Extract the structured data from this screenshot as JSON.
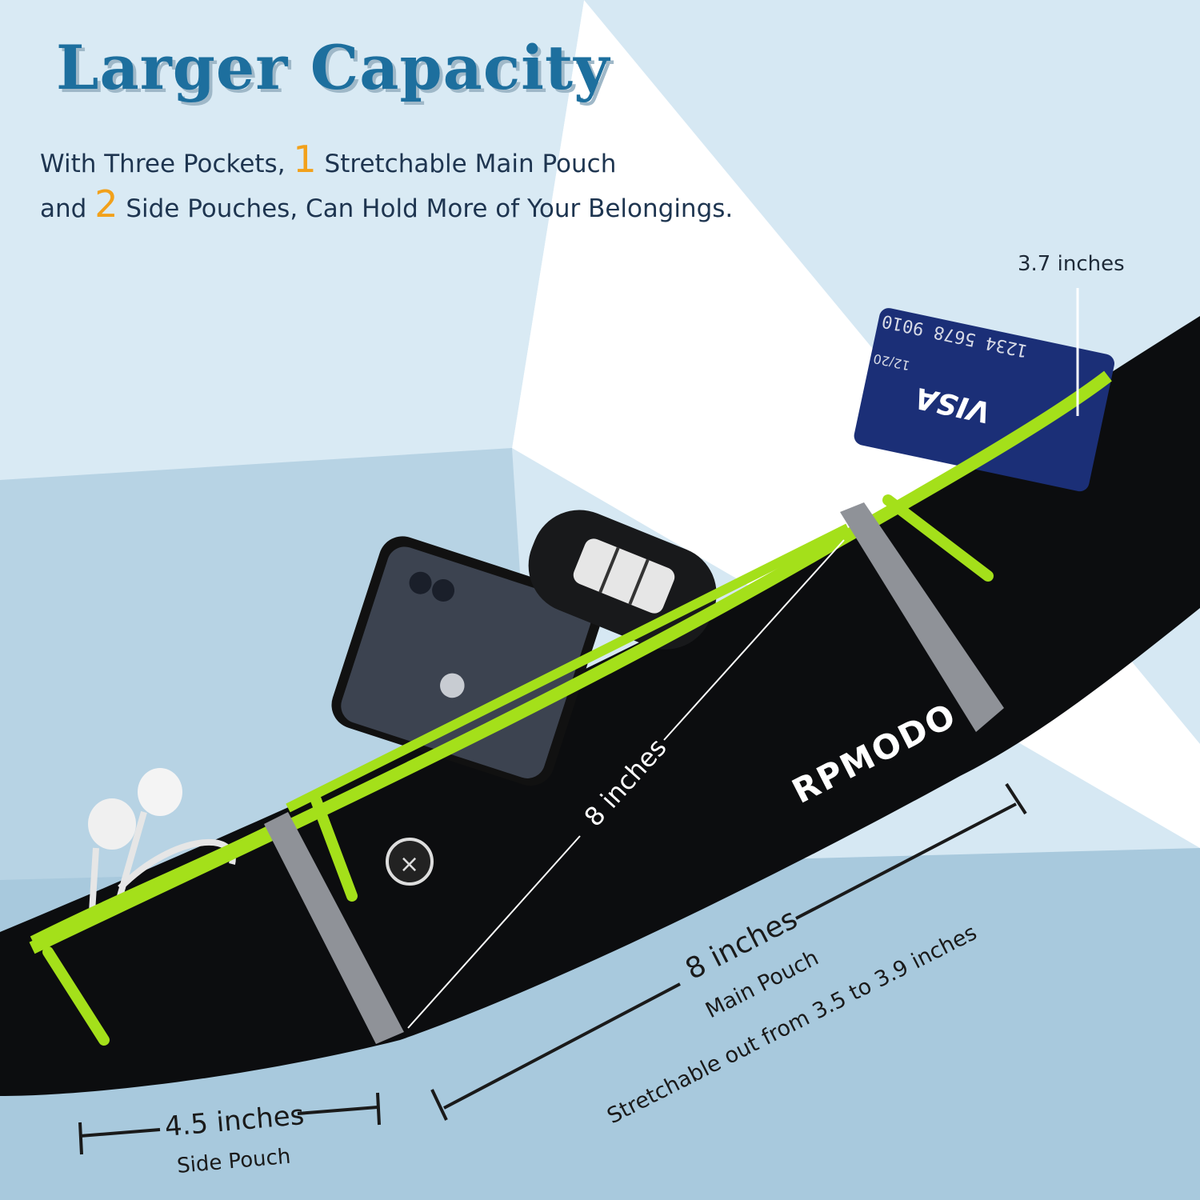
{
  "title": "Larger Capacity",
  "subtitle": {
    "line1_a": "With Three Pockets, ",
    "line1_num": "1",
    "line1_b": " Stretchable Main Pouch",
    "line2_a": "and ",
    "line2_num": "2",
    "line2_b": " Side Pouches,   Can Hold More of Your Belongings."
  },
  "dimensions": {
    "height": "3.7 inches",
    "diagonal": "8 inches",
    "main_width": "8 inches",
    "main_label": "Main Pouch",
    "stretch_note": "Stretchable out from 3.5 to 3.9 inches",
    "side_width": "4.5 inches",
    "side_label": "Side Pouch"
  },
  "brand": "RPMODO",
  "card": {
    "brand": "VISA",
    "number": "1234 5678 9010",
    "expiry": "12/20"
  },
  "colors": {
    "title": "#1d6f9e",
    "accent": "#f2a11b",
    "zipper": "#a4e01a",
    "belt": "#0c0d0f"
  }
}
